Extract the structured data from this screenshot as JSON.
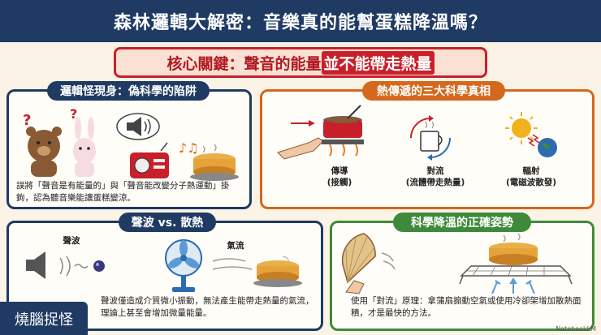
{
  "title": "森林邏輯大解密：音樂真的能幫蛋糕降溫嗎？",
  "core": {
    "prefix": "核心關鍵：聲音的能量",
    "highlight": "並不能帶走熱量"
  },
  "panels": {
    "fallacy": {
      "title": "邏輯怪現身：偽科學的陷阱",
      "text": "誤將「聲音是有能量的」與「聲音能改變分子熱運動」掛鉤，認為聽音樂能讓蛋糕變涼。"
    },
    "heat": {
      "title": "熱傳遞的三大科學真相",
      "items": [
        {
          "label": "傳導",
          "sub": "(接觸)"
        },
        {
          "label": "對流",
          "sub": "(流體帶走熱量)"
        },
        {
          "label": "輻射",
          "sub": "(電磁波散發)"
        }
      ]
    },
    "sound": {
      "title": "聲波 vs. 散熱",
      "wave_label": "聲波",
      "air_label": "氣流",
      "text": "聲波僅造成介質微小振動，無法產生能帶走熱量的氣流，理論上甚至會增加微量能量。"
    },
    "cooling": {
      "title": "科學降溫的正確姿勢",
      "text": "使用「對流」原理：拿蒲扇搧動空氣或使用冷卻架增加散熱面積，才是最快的方法。"
    }
  },
  "brand": "燒腦捉怪",
  "credit": "NotebookLM",
  "colors": {
    "navy": "#1f3a63",
    "red": "#c8202b",
    "orange": "#d4681c",
    "green": "#3f8a3a"
  }
}
